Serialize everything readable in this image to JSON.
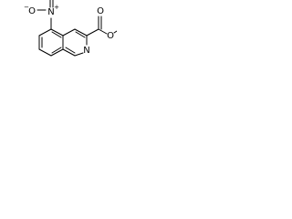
{
  "molecule": {
    "atom_labels": {
      "nitro_n": "N",
      "nitro_plus": "+",
      "nitro_o_left": "O",
      "nitro_o_minus": "−",
      "nitro_o_bottom": "O",
      "ring_n": "N",
      "ester_o_carbonyl": "O",
      "ester_o_ether": "O"
    }
  }
}
